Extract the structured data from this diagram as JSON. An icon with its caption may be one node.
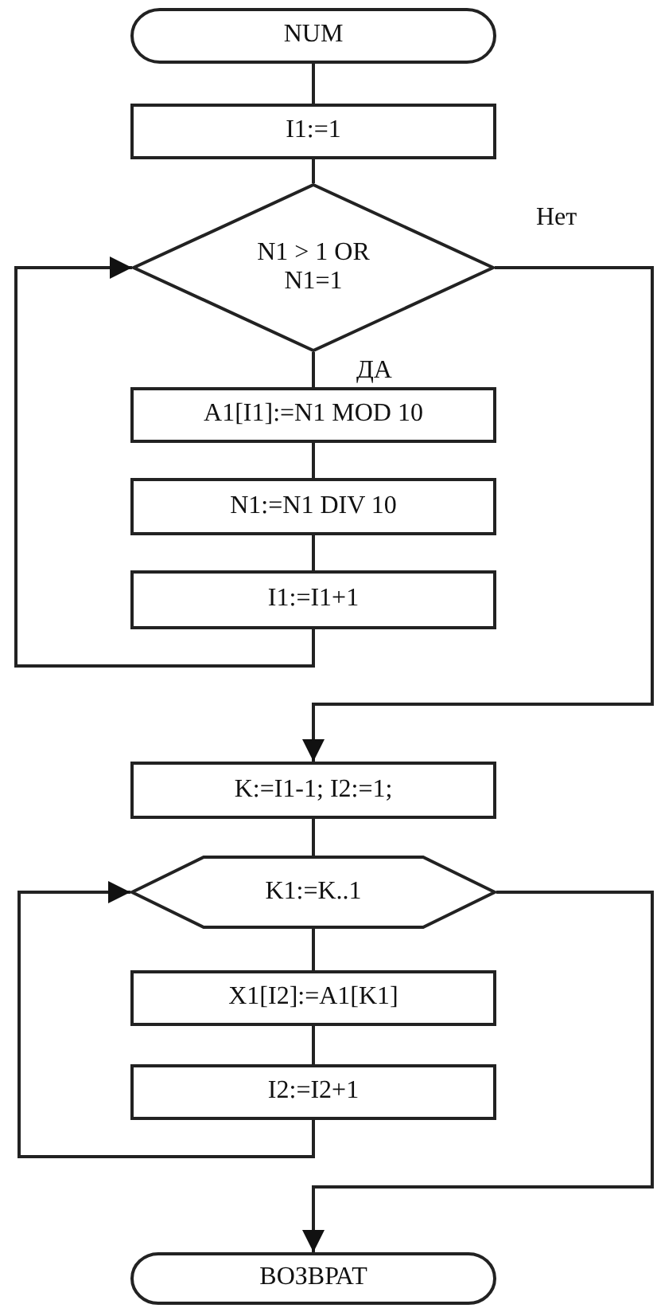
{
  "diagram": {
    "nodes": [
      {
        "text": [
          "NUM"
        ]
      },
      {
        "text": [
          "I1:=1"
        ]
      },
      {
        "text": [
          "N1 > 1 OR N1=1"
        ]
      },
      {
        "text": [
          "A1[I1]:=N1 MOD 10"
        ]
      },
      {
        "text": [
          "N1:=N1 DIV 10"
        ]
      },
      {
        "text": [
          "I1:=I1+1"
        ]
      },
      {
        "text": [
          "K:=I1-1; I2:=1;"
        ]
      },
      {
        "text": [
          "K1:=K..1"
        ]
      },
      {
        "text": [
          "X1[I2]:=A1[K1]"
        ]
      },
      {
        "text": [
          "I2:=I2+1"
        ]
      },
      {
        "text": [
          "ВОЗВРАТ"
        ]
      }
    ],
    "edges": [
      {
        "from": 0,
        "to": 1,
        "arrow": "none"
      },
      {
        "from": 1,
        "to": 2,
        "arrow": "none"
      },
      {
        "from": 2,
        "to": 3,
        "arrow": "none",
        "label": "ДА"
      },
      {
        "from": 3,
        "to": 4,
        "arrow": "none"
      },
      {
        "from": 4,
        "to": 5,
        "arrow": "none"
      },
      {
        "from": 5,
        "to": 2,
        "arrow": "to"
      },
      {
        "from": 2,
        "to": 6,
        "arrow": "to",
        "label": "Нет"
      },
      {
        "from": 6,
        "to": 7,
        "arrow": "none"
      },
      {
        "from": 7,
        "to": 8,
        "arrow": "none"
      },
      {
        "from": 8,
        "to": 9,
        "arrow": "none"
      },
      {
        "from": 9,
        "to": 7,
        "arrow": "to"
      },
      {
        "from": 7,
        "to": 10,
        "arrow": "to"
      }
    ]
  }
}
